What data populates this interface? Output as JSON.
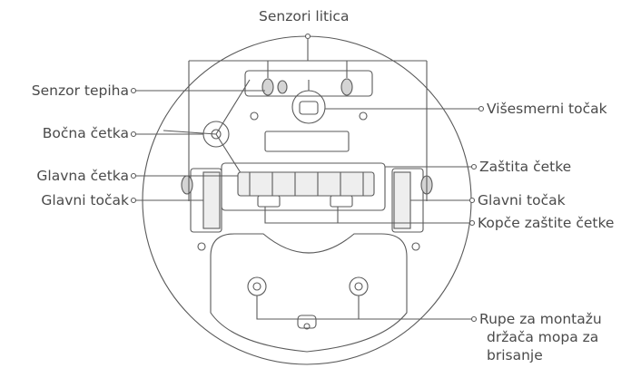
{
  "labels": {
    "cliff_sensors": "Senzori litica",
    "carpet_sensor": "Senzor tepiha",
    "side_brush": "Bočna četka",
    "main_brush": "Glavna četka",
    "main_wheel_left": "Glavni točak",
    "omni_wheel": "Višesmerni točak",
    "brush_guard": "Zaštita četke",
    "main_wheel_right": "Glavni točak",
    "brush_guard_clips": "Kopče zaštite četke",
    "mop_holes_line1": "Rupe za montažu",
    "mop_holes_line2": "držača mopa za",
    "mop_holes_line3": "brisanje"
  },
  "colors": {
    "line": "#5a5a5a",
    "text": "#4a4a4a",
    "fill": "#d4d4d4"
  }
}
